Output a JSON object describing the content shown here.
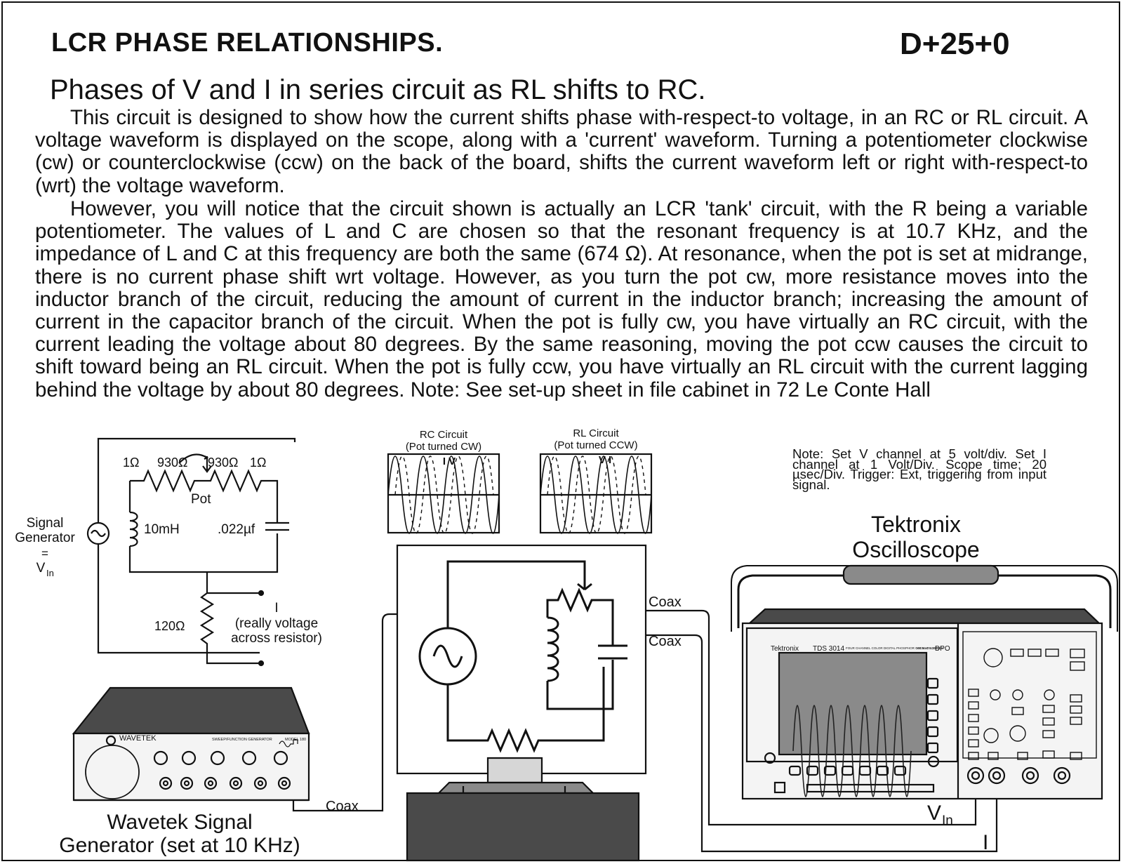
{
  "header": {
    "title": "LCR PHASE RELATIONSHIPS.",
    "code": "D+25+0"
  },
  "subtitle": "Phases of V and I in series circuit as RL shifts to RC.",
  "paragraphs": [
    "This circuit is designed to show how the current shifts phase with-respect-to voltage, in an RC or RL circuit.  A voltage waveform is displayed on the scope, along with a 'current' waveform.  Turning a potentiometer clockwise (cw) or counterclockwise (ccw) on the back of the board, shifts the current waveform left or right with-respect-to (wrt) the voltage waveform.",
    "However, you will notice that the circuit shown is actually an LCR 'tank' circuit, with the R being a variable potentiometer.  The values of L and C are chosen so that the resonant frequency is at 10.7 KHz, and the impedance of L and C at this frequency are both the same (674 Ω). At resonance, when the pot is set at midrange, there is no current phase shift wrt voltage.  However, as you turn the pot cw, more resistance moves into the inductor branch of the circuit, reducing the amount of current in the inductor branch; increasing the amount of current in the capacitor branch of the circuit.  When the pot is fully cw, you have virtually an RC circuit, with the current leading the voltage about 80 degrees.  By the same reasoning, moving the pot ccw causes the circuit to shift toward being an RL circuit.  When the pot is fully ccw, you have virtually an RL circuit with the current lagging behind the voltage by about 80 degrees. Note:  See set-up sheet in file cabinet in 72 Le Conte Hall"
  ],
  "schematic": {
    "r1": "1Ω",
    "r2": "930Ω",
    "r3": "930Ω",
    "r4": "1Ω",
    "pot": "Pot",
    "inductor": "10mH",
    "capacitor": ".022µf",
    "resistor": "120Ω",
    "source_label": [
      "Signal",
      "Generator",
      "=",
      "V"
    ],
    "source_sub": "In",
    "current_label": [
      "I",
      "(really voltage",
      "across resistor)"
    ]
  },
  "scope_insets": [
    {
      "title": "RC Circuit",
      "sub": "(Pot turned CW)",
      "labels": "I  V"
    },
    {
      "title": "RL Circuit",
      "sub": "(Pot turned CCW)",
      "labels": "V  I"
    }
  ],
  "note": "Note: Set V channel at 5 volt/div. Set I channel at 1 Volt/Div. Scope time: 20 µsec/Div. Trigger: Ext, triggering from input signal.",
  "scope": {
    "label_line1": "Tektronix",
    "label_line2": "Oscilloscope",
    "brand": "Tektronix",
    "model": "TDS 3014",
    "model_desc": "FOUR CHANNEL COLOR DIGITAL PHOSPHOR OSCILLOSCOPE",
    "spec": "100 MHz 1.25 GS/s",
    "type": "DPO"
  },
  "generator": {
    "brand": "WAVETEK",
    "desc": "SWEEP/FUNCTION GENERATOR",
    "model": "MODEL 180",
    "caption_line1": "Wavetek Signal",
    "caption_line2": "Generator (set at 10 KHz)"
  },
  "cables": {
    "coax": "Coax",
    "vin": "V",
    "vin_sub": "In",
    "i": "I"
  },
  "colors": {
    "ink": "#111111",
    "device_dark": "#4a4a4a",
    "device_mid": "#8a8a8a",
    "device_light": "#d6d6d6",
    "screen": "#9a9a9a",
    "background": "#ffffff"
  }
}
